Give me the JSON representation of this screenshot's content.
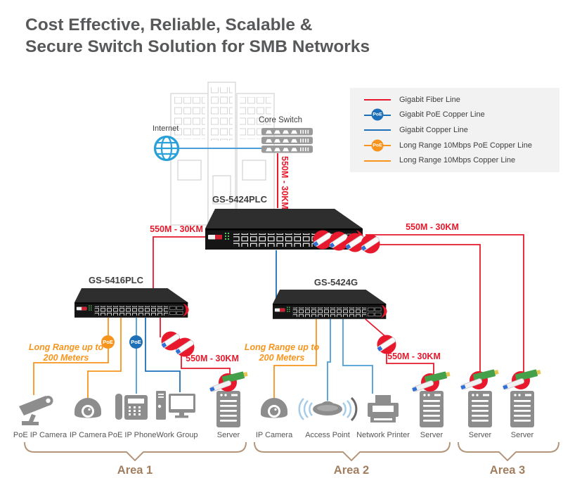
{
  "title": "Cost Effective, Reliable, Scalable &\nSecure Switch Solution for SMB Networks",
  "legend": {
    "items": [
      {
        "label": "Gigabit Fiber Line",
        "color": "#e8192c",
        "badge": ""
      },
      {
        "label": "Gigabit PoE Copper Line",
        "color": "#1d70b7",
        "badge": "PoE"
      },
      {
        "label": "Gigabit Copper Line",
        "color": "#1d70b7",
        "badge": ""
      },
      {
        "label": "Long Range 10Mbps PoE Copper Line",
        "color": "#f7941d",
        "badge": "PoE"
      },
      {
        "label": "Long Range 10Mbps Copper Line",
        "color": "#f7941d",
        "badge": ""
      }
    ]
  },
  "network": {
    "internet_label": "Internet",
    "core_switch_label": "Core Switch",
    "switches": {
      "top": "GS-5424PLC",
      "left": "GS-5416PLC",
      "right": "GS-5424G"
    },
    "distance_labels": {
      "core_link": "550M - 30KM",
      "left_link": "550M - 30KM",
      "right_link": "550M - 30KM",
      "area1_fiber": "550M - 30KM",
      "area2_fiber": "550M - 30KM"
    },
    "long_range_labels": {
      "area1": "Long Range up to\n200 Meters",
      "area2": "Long Range up to\n200 Meters"
    },
    "poe_badge": "PoE"
  },
  "devices": {
    "area1": [
      "PoE IP Camera",
      "IP Camera",
      "PoE IP Phone",
      "Work Group",
      "Server"
    ],
    "area2": [
      "IP Camera",
      "Access Point",
      "Network Printer",
      "Server"
    ],
    "area3": [
      "Server",
      "Server"
    ]
  },
  "areas": [
    "Area 1",
    "Area 2",
    "Area 3"
  ],
  "colors": {
    "fiber": "#e8192c",
    "copper": "#1d70b7",
    "copper_light": "#4a9fd8",
    "long_range": "#f7941d",
    "area": "#a17e5f"
  }
}
